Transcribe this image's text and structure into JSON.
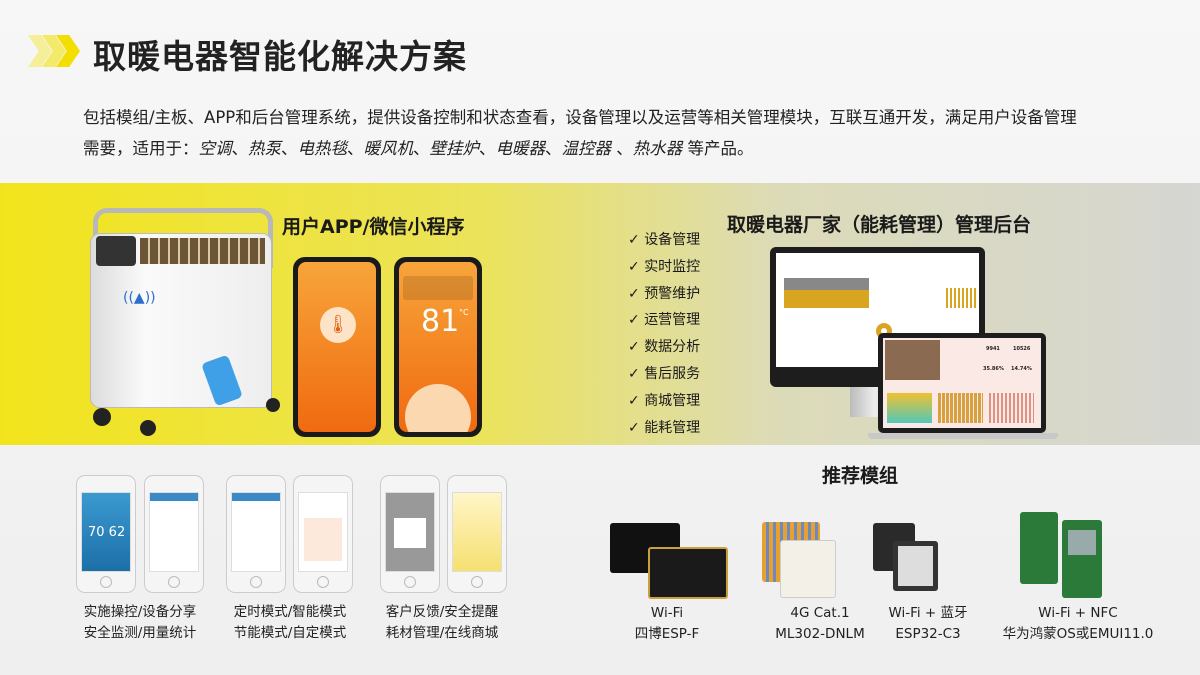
{
  "header": {
    "title": "取暖电器智能化解决方案"
  },
  "intro": {
    "line1": "包括模组/主板、APP和后台管理系统，提供设备控制和状态查看，设备管理以及运营等相关管理模块，互联互通开发，满足用户设备管理",
    "line2_prefix": "需要，适用于：",
    "products": [
      "空调",
      "热泵",
      "电热毯",
      "暖风机",
      "壁挂炉",
      "电暖器",
      "温控器",
      "热水器"
    ],
    "line2_suffix": "等产品。"
  },
  "app_section": {
    "title": "用户APP/微信小程序",
    "phone2_temp": "81",
    "phone2_unit": "°C"
  },
  "backend": {
    "title": "取暖电器厂家（能耗管理）管理后台",
    "features": [
      "设备管理",
      "实时监控",
      "预警维护",
      "运营管理",
      "数据分析",
      "售后服务",
      "商城管理",
      "能耗管理"
    ],
    "laptop_stats": [
      "9941",
      "10526",
      "35.86%",
      "14.74%"
    ]
  },
  "app_features": [
    {
      "line1": "实施操控/设备分享",
      "line2": "安全监测/用量统计",
      "gauge": "70 62"
    },
    {
      "line1": "定时模式/智能模式",
      "line2": "节能模式/自定模式"
    },
    {
      "line1": "客户反馈/安全提醒",
      "line2": "耗材管理/在线商城"
    }
  ],
  "modules": {
    "title": "推荐模组",
    "items": [
      {
        "line1": "Wi-Fi",
        "line2": "四博ESP-F"
      },
      {
        "line1": "4G Cat.1",
        "line2": "ML302-DNLM"
      },
      {
        "line1": "Wi-Fi + 蓝牙",
        "line2": "ESP32-C3"
      },
      {
        "line1": "Wi-Fi  + NFC",
        "line2": "华为鸿蒙OS或EMUI11.0"
      }
    ]
  },
  "colors": {
    "accent": "#f2e41c",
    "orange": "#f07a18",
    "gold": "#d9a520"
  }
}
